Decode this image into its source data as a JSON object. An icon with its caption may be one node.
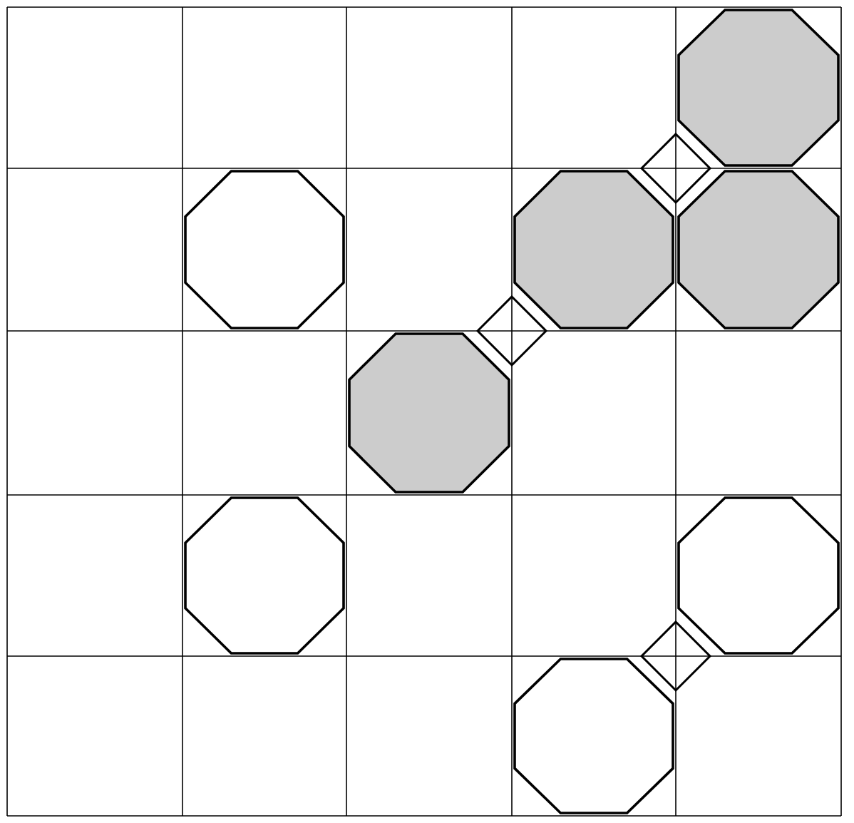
{
  "diagram": {
    "nodes": [
      {
        "text": [],
        "shape": "octagon"
      },
      {
        "text": [],
        "shape": "diamond"
      },
      {
        "text": [],
        "shape": "octagon"
      },
      {
        "text": [],
        "shape": "octagon"
      },
      {
        "text": [],
        "shape": "octagon"
      },
      {
        "text": [],
        "shape": "diamond"
      },
      {
        "text": [],
        "shape": "octagon"
      },
      {
        "text": [],
        "shape": "octagon"
      },
      {
        "text": [],
        "shape": "octagon"
      },
      {
        "text": [],
        "shape": "diamond"
      },
      {
        "text": [],
        "shape": "octagon"
      }
    ]
  }
}
